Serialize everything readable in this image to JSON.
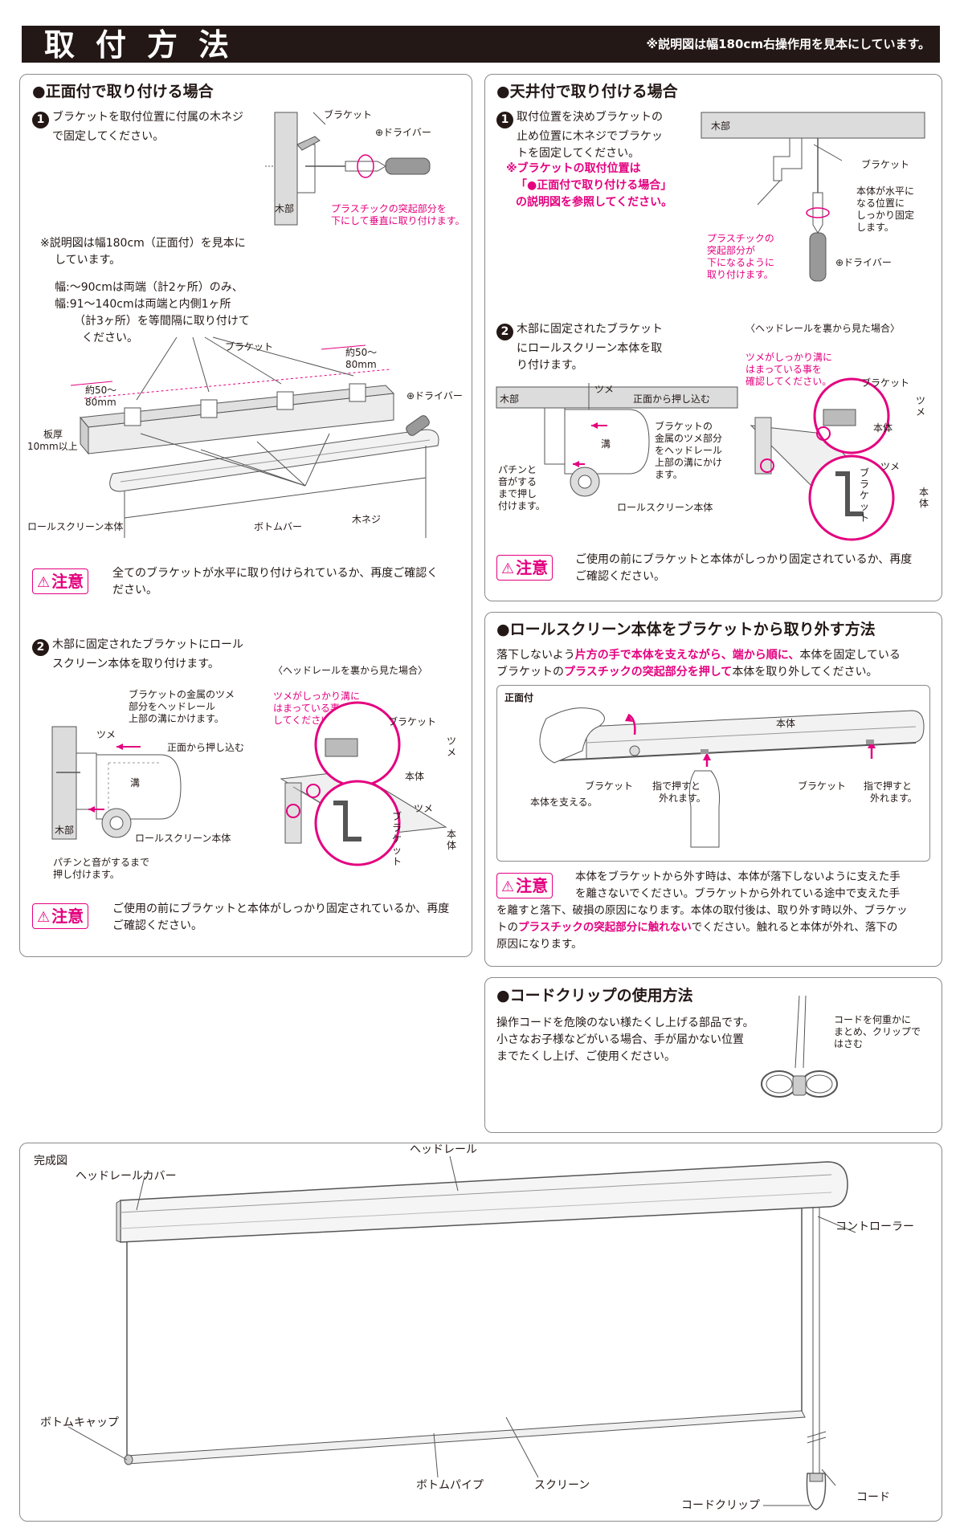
{
  "header": {
    "title": "取付方法",
    "note": "※説明図は幅180cm右操作用を見本にしています。"
  },
  "front": {
    "title": "●正面付で取り付ける場合",
    "step1": {
      "num": "1",
      "text_a": "ブラケットを取付位置に付属の木ネジ",
      "text_b": "で固定してください。",
      "label_bracket": "ブラケット",
      "label_driver": "⊕ドライバー",
      "label_wood": "木部",
      "label_plastic_a": "プラスチックの突起部分を",
      "label_plastic_b": "下にして垂直に取り付けます。",
      "note_a": "※説明図は幅180cm（正面付）を見本に",
      "note_b": "しています。",
      "width_a": "幅:～90cmは両端（計2ヶ所）のみ、",
      "width_b": "幅:91～140cmは両端と内側1ヶ所",
      "width_c": "（計3ヶ所）を等間隔に取り付けて",
      "width_d": "ください。"
    },
    "diagram": {
      "label_bracket": "ブラケット",
      "label_approx_left_a": "約50～",
      "label_approx_left_b": "80mm",
      "label_approx_right_a": "約50～",
      "label_approx_right_b": "80mm",
      "label_driver": "⊕ドライバー",
      "label_board_a": "板厚",
      "label_board_b": "10mm以上",
      "label_body": "ロールスクリーン本体",
      "label_bottom_bar": "ボトムバー",
      "label_screw": "木ネジ"
    },
    "caution1": {
      "badge": "注意",
      "text_a": "全てのブラケットが水平に取り付けられているか、再度ご確認く",
      "text_b": "ださい。"
    },
    "step2": {
      "num": "2",
      "text_a": "木部に固定されたブラケットにロール",
      "text_b": "スクリーン本体を取り付けます。",
      "label_view": "〈ヘッドレールを裏から見た場合〉",
      "label_claw_desc_a": "ブラケットの金属のツメ",
      "label_claw_desc_b": "部分をヘッドレール",
      "label_claw_desc_c": "上部の溝にかけます。",
      "label_claw": "ツメ",
      "label_push": "正面から押し込む",
      "label_groove": "溝",
      "label_wood": "木部",
      "label_body": "ロールスクリーン本体",
      "label_click_a": "パチンと音がするまで",
      "label_click_b": "押し付けます。",
      "label_check_a": "ツメがしっかり溝に",
      "label_check_b": "はまっている事を確認",
      "label_check_c": "してください。",
      "zoom_bracket": "ブラケット",
      "zoom_claw": "ツメ",
      "zoom_body": "本体",
      "zoom2_claw": "ツメ",
      "zoom2_bracket": "ブラケット",
      "zoom2_body": "本体"
    },
    "caution2": {
      "badge": "注意",
      "text_a": "ご使用の前にブラケットと本体がしっかり固定されているか、再度",
      "text_b": "ご確認ください。"
    }
  },
  "ceiling": {
    "title": "●天井付で取り付ける場合",
    "step1": {
      "num": "1",
      "text_a": "取付位置を決めブラケットの",
      "text_b": "止め位置に木ネジでブラケッ",
      "text_c": "トを固定してください。",
      "note_a": "※ブラケットの取付位置は",
      "note_b": "「●正面付で取り付ける場合」",
      "note_c": "の説明図を参照してください。",
      "label_wood": "木部",
      "label_bracket": "ブラケット",
      "label_level_a": "本体が水平に",
      "label_level_b": "なる位置に",
      "label_level_c": "しっかり固定",
      "label_level_d": "します。",
      "label_plastic_a": "プラスチックの",
      "label_plastic_b": "突起部分が",
      "label_plastic_c": "下になるように",
      "label_plastic_d": "取り付けます。",
      "label_driver": "⊕ドライバー"
    },
    "step2": {
      "num": "2",
      "text_a": "木部に固定されたブラケット",
      "text_b": "にロールスクリーン本体を取",
      "text_c": "り付けます。",
      "label_view": "〈ヘッドレールを裏から見た場合〉",
      "label_wood": "木部",
      "label_claw": "ツメ",
      "label_push": "正面から押し込む",
      "label_groove": "溝",
      "label_desc_a": "ブラケットの",
      "label_desc_b": "金属のツメ部分",
      "label_desc_c": "をヘッドレール",
      "label_desc_d": "上部の溝にかけ",
      "label_desc_e": "ます。",
      "label_click_a": "パチンと",
      "label_click_b": "音がする",
      "label_click_c": "まで押し",
      "label_click_d": "付けます。",
      "label_body": "ロールスクリーン本体",
      "label_check_a": "ツメがしっかり溝に",
      "label_check_b": "はまっている事を",
      "label_check_c": "確認してください。",
      "zoom_bracket": "ブラケット",
      "zoom_claw": "ツメ",
      "zoom_body": "本体",
      "zoom2_claw": "ツメ",
      "zoom2_bracket": "ブラケット",
      "zoom2_body": "本体"
    },
    "caution": {
      "badge": "注意",
      "text_a": "ご使用の前にブラケットと本体がしっかり固定されているか、再度",
      "text_b": "ご確認ください。"
    }
  },
  "remove": {
    "title": "●ロールスクリーン本体をブラケットから取り外す方法",
    "line1_a": "落下しないよう",
    "line1_b": "片方の手で本体を支えながら、端から順に、",
    "line1_c": "本体を固定している",
    "line2_a": "ブラケットの",
    "line2_b": "プラスチックの突起部分を押して",
    "line2_c": "本体を取り外してください。",
    "label_front": "正面付",
    "label_body": "本体",
    "label_bracket1": "ブラケット",
    "label_bracket2": "ブラケット",
    "label_push1_a": "指で押すと",
    "label_push1_b": "外れます。",
    "label_push2_a": "指で押すと",
    "label_push2_b": "外れます。",
    "label_support": "本体を支える。",
    "caution": {
      "badge": "注意",
      "line1": "本体をブラケットから外す時は、本体が落下しないように支えた手",
      "line2": "を離さないでください。ブラケットから外れている途中で支えた手",
      "line3": "を離すと落下、破損の原因になります。本体の取付後は、取り外す時以外、ブラケッ",
      "line4_a": "トの",
      "line4_b": "プラスチックの突起部分に触れない",
      "line4_c": "でください。触れると本体が外れ、落下の",
      "line5": "原因になります。"
    }
  },
  "cordclip": {
    "title": "●コードクリップの使用方法",
    "text_a": "操作コードを危険のない様たくし上げる部品です。",
    "text_b": "小さなお子様などがいる場合、手が届かない位置",
    "text_c": "までたくし上げ、ご使用ください。",
    "note_a": "コードを何重かに",
    "note_b": "まとめ、クリップで",
    "note_c": "はさむ"
  },
  "complete": {
    "title": "完成図",
    "label_headrail": "ヘッドレール",
    "label_headrail_cover": "ヘッドレールカバー",
    "label_controller": "コントローラー",
    "label_bottom_cap": "ボトムキャップ",
    "label_bottom_pipe": "ボトムパイプ",
    "label_screen": "スクリーン",
    "label_cord": "コード",
    "label_cord_clip": "コードクリップ"
  },
  "colors": {
    "accent": "#e4007f",
    "text": "#231815",
    "border": "#8a8a8a"
  }
}
